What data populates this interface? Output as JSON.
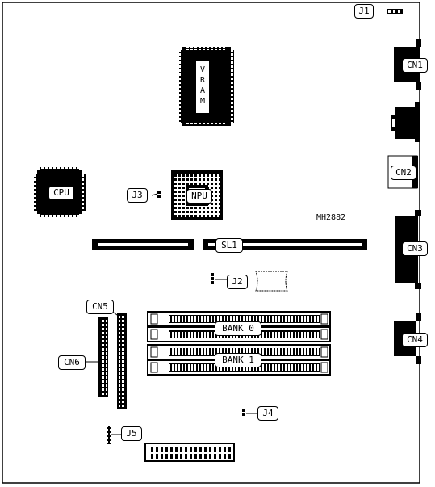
{
  "diagram": {
    "model": "MH2882",
    "labels": {
      "j1": "J1",
      "j2": "J2",
      "j3": "J3",
      "j4": "J4",
      "j5": "J5",
      "cn1": "CN1",
      "cn2": "CN2",
      "cn3": "CN3",
      "cn4": "CN4",
      "cn5": "CN5",
      "cn6": "CN6",
      "cpu": "CPU",
      "npu": "NPU",
      "sl1": "SL1",
      "vram": "VRAM",
      "bank0": "BANK 0",
      "bank1": "BANK 1"
    }
  }
}
